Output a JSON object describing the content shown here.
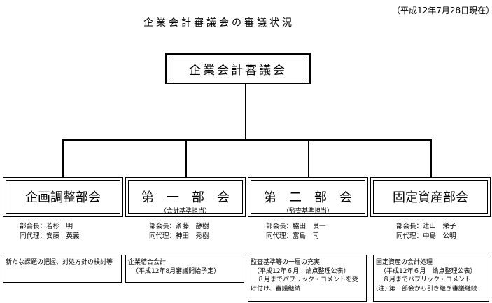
{
  "header": {
    "date": "（平成12年7月28日現在）",
    "title": "企業会計審議会の審議状況"
  },
  "council": {
    "label": "企業会計審議会"
  },
  "subcommittees": [
    {
      "name": "企画調整部会",
      "note": "",
      "members": [
        "部会長：若杉　明",
        "同代理：安藤　英義"
      ],
      "notes": [
        "新たな課題の把握、対処方針の検討等"
      ]
    },
    {
      "name": "第　一　部　会",
      "note": "（会計基準担当）",
      "members": [
        "部会長：斎藤　静樹",
        "同代理：神田　秀樹"
      ],
      "notes": [
        "企業結合会計",
        "（平成12年8月審議開始予定）"
      ]
    },
    {
      "name": "第　二　部　会",
      "note": "（監査基準担当）",
      "members": [
        "部会長：脇田　良一",
        "同代理：富島　司"
      ],
      "notes": [
        "監査基準等の一層の充実",
        "（平成12年６月　論点整理公表）",
        "８月までパブリック・コメントを受",
        "け付け、審議継続"
      ]
    },
    {
      "name": "固定資産部会",
      "note": "",
      "members": [
        "部会長：辻山　栄子",
        "同代理：中島　公明"
      ],
      "notes": [
        "固定資産の会計処理",
        "（平成12年６月　論点整理公表）",
        "８月までパブリック・コメント",
        "(注) 第一部会から引き継ぎ審議継続"
      ]
    }
  ]
}
